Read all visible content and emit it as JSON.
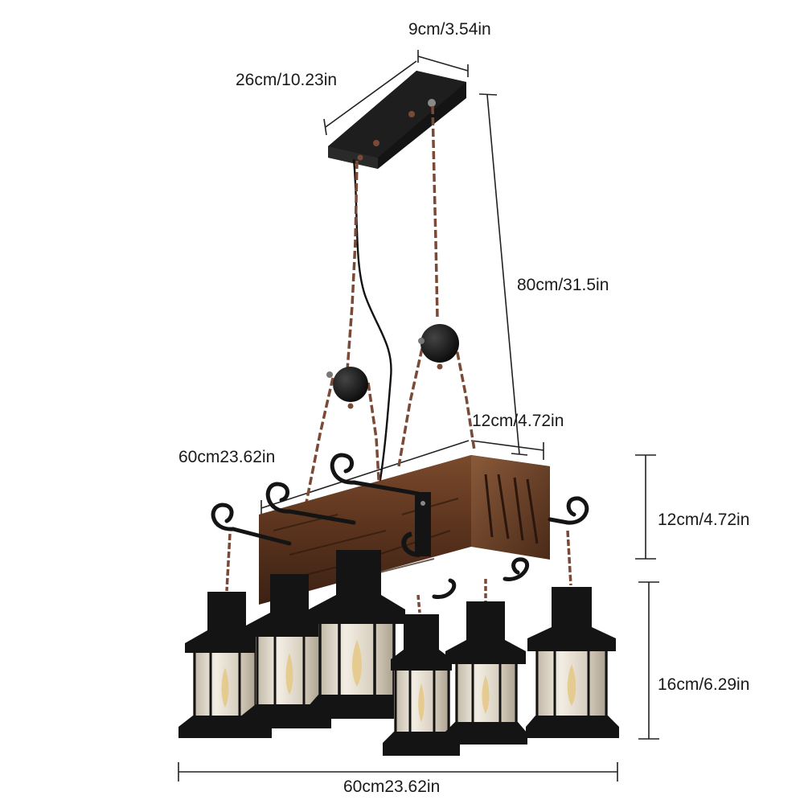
{
  "dimensions": {
    "top_depth": "9cm/3.54in",
    "top_length": "26cm/10.23in",
    "drop_height": "80cm/31.5in",
    "beam_width": "12cm/4.72in",
    "beam_length": "60cm23.62in",
    "beam_height": "12cm/4.72in",
    "lantern_height": "16cm/6.29in",
    "overall_width": "60cm23.62in"
  },
  "colors": {
    "metal": "#141414",
    "rust_chain": "#7a4a36",
    "wood_dark": "#3b2114",
    "wood_mid": "#6b3f25",
    "wood_light": "#8a5a3a",
    "glass": "#d9d2c4",
    "dimension_line": "#222222"
  }
}
